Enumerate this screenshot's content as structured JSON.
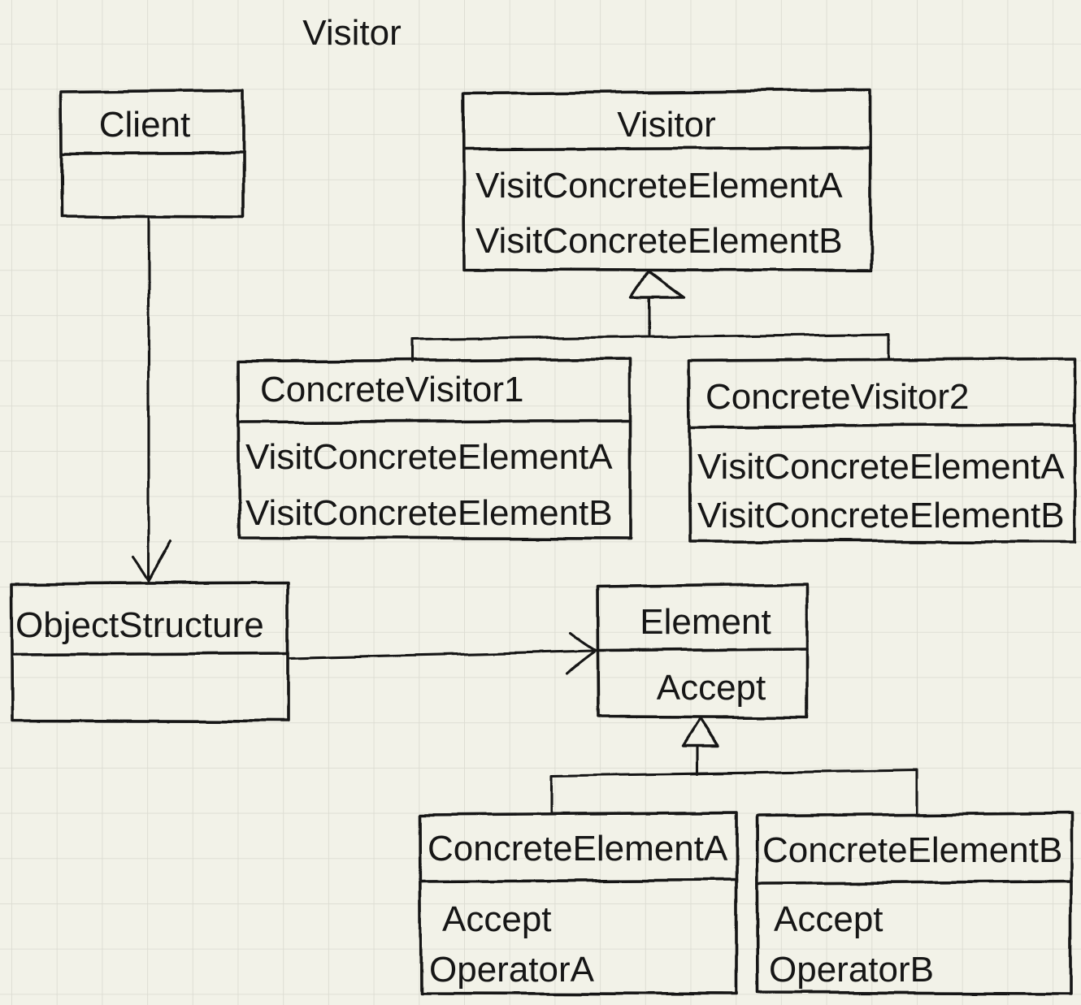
{
  "diagram": {
    "title": "Visitor",
    "kind": "uml-class-diagram",
    "colors": {
      "background": "#f2f2e8",
      "grid_line": "#dcdcd2",
      "ink": "#141414"
    },
    "classes": {
      "client": {
        "name": "Client",
        "methods": []
      },
      "visitor": {
        "name": "Visitor",
        "methods": [
          "VisitConcreteElementA",
          "VisitConcreteElementB"
        ]
      },
      "concreteVisitor1": {
        "name": "ConcreteVisitor1",
        "methods": [
          "VisitConcreteElementA",
          "VisitConcreteElementB"
        ]
      },
      "concreteVisitor2": {
        "name": "ConcreteVisitor2",
        "methods": [
          "VisitConcreteElementA",
          "VisitConcreteElementB"
        ]
      },
      "objectStructure": {
        "name": "ObjectStructure",
        "methods": []
      },
      "element": {
        "name": "Element",
        "methods": [
          "Accept"
        ]
      },
      "concreteElementA": {
        "name": "ConcreteElementA",
        "methods": [
          "Accept",
          "OperatorA"
        ]
      },
      "concreteElementB": {
        "name": "ConcreteElementB",
        "methods": [
          "Accept",
          "OperatorB"
        ]
      }
    },
    "relations": [
      {
        "from": "Client",
        "to": "ObjectStructure",
        "type": "association-arrow"
      },
      {
        "from": "ObjectStructure",
        "to": "Element",
        "type": "association-arrow"
      },
      {
        "from": "ConcreteVisitor1",
        "to": "Visitor",
        "type": "generalization"
      },
      {
        "from": "ConcreteVisitor2",
        "to": "Visitor",
        "type": "generalization"
      },
      {
        "from": "ConcreteElementA",
        "to": "Element",
        "type": "generalization"
      },
      {
        "from": "ConcreteElementB",
        "to": "Element",
        "type": "generalization"
      }
    ]
  }
}
